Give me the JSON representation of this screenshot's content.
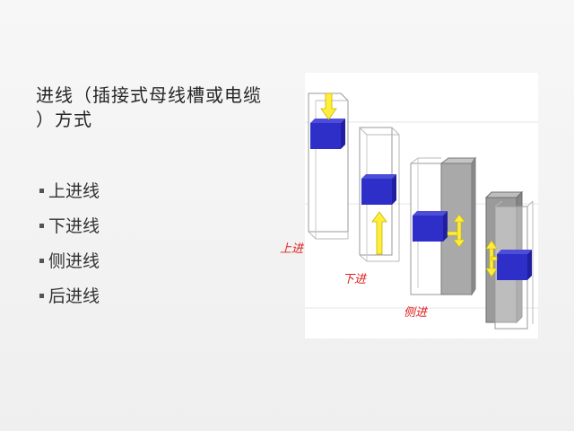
{
  "slide": {
    "title_line1": "进线（插接式母线槽或电缆",
    "title_line2": "）方式",
    "bullets": [
      "上进线",
      "下进线",
      "侧进线",
      "后进线"
    ]
  },
  "diagram": {
    "labels": {
      "top_entry": "上进",
      "bottom_entry": "下进",
      "side_entry": "侧进"
    },
    "colors": {
      "busbar_block": "#2e2ec8",
      "arrow": "#ffee3a",
      "label": "#e02020",
      "cabinet_side": "#9a9a9a"
    }
  }
}
